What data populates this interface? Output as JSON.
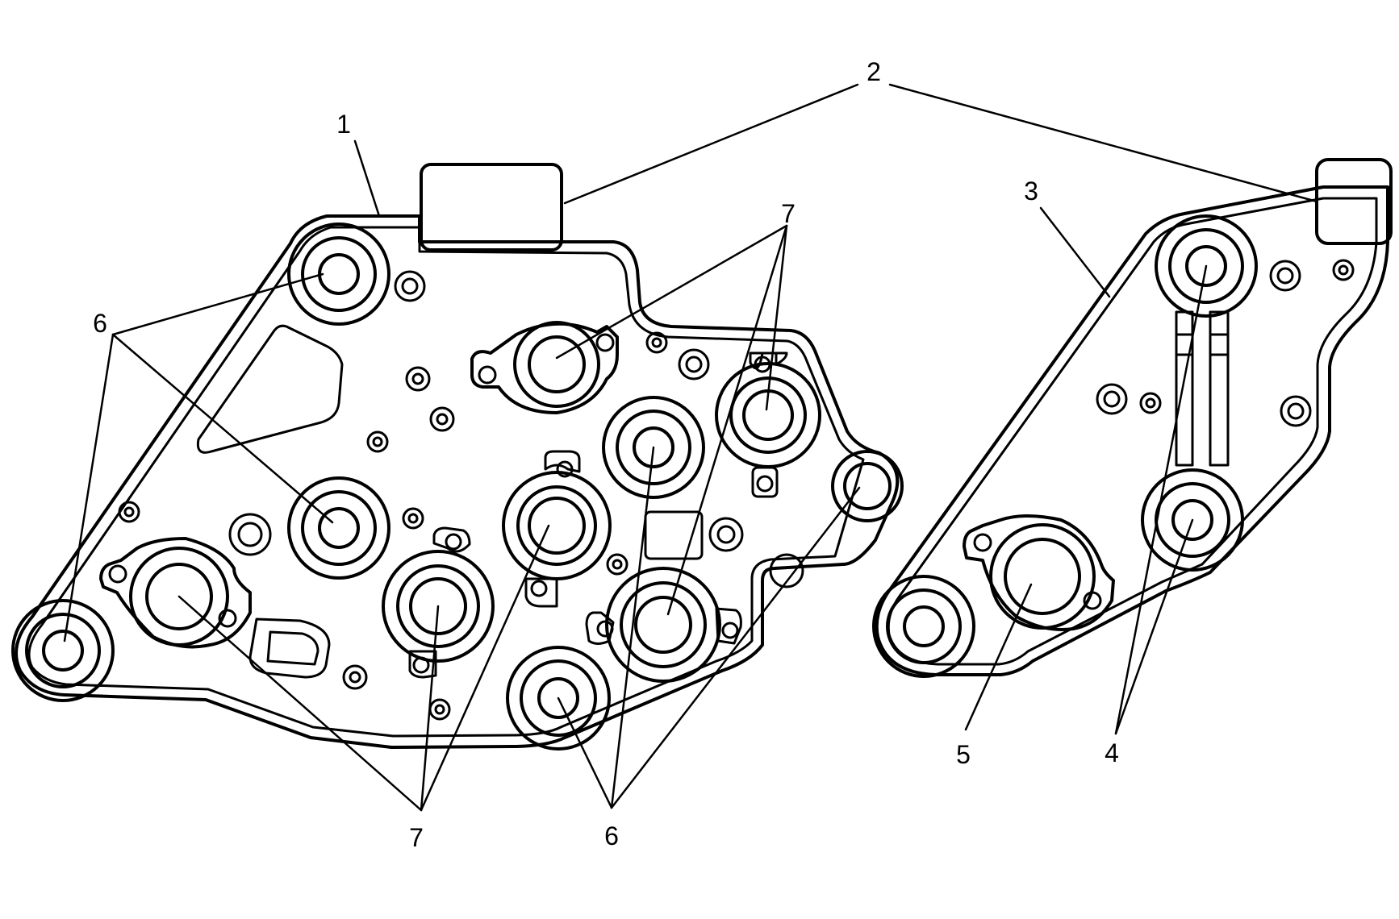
{
  "callouts": {
    "c1": "1",
    "c2": "2",
    "c3": "3",
    "c4": "4",
    "c5": "5",
    "c6_left": "6",
    "c6_bottom": "6",
    "c7_top": "7",
    "c7_bottom": "7"
  },
  "colors": {
    "line": "#000000",
    "background": "#ffffff"
  }
}
